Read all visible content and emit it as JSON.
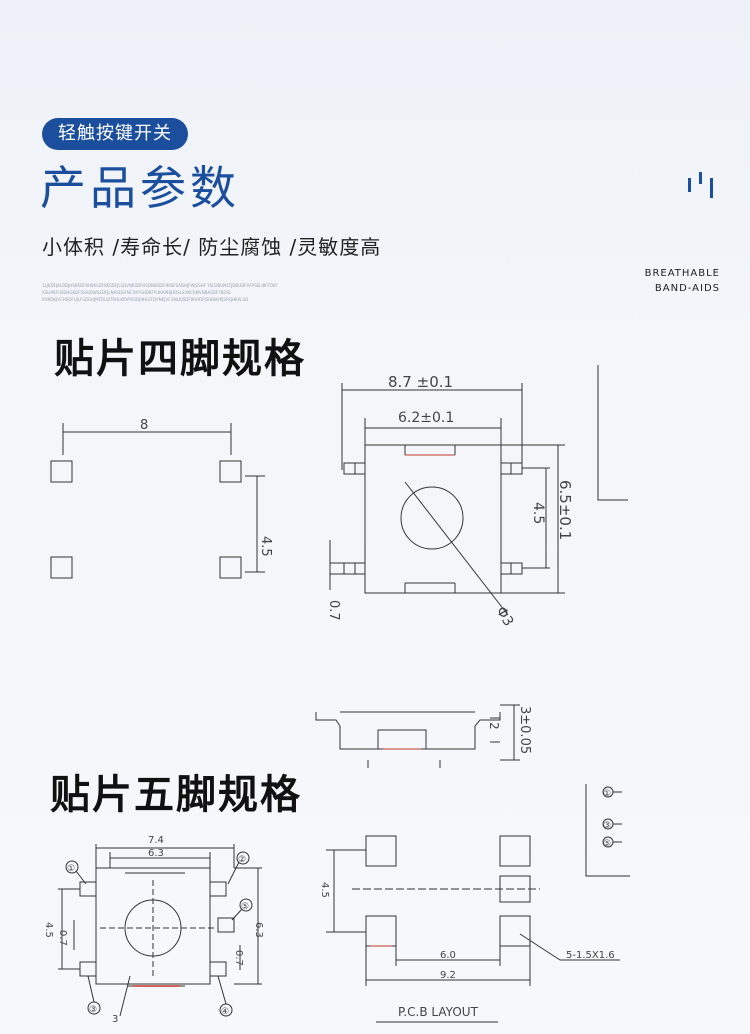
{
  "header": {
    "badge": "轻触按键开关",
    "title": "产品参数",
    "subtitle": "小体积 /寿命长/  防尘腐蚀 /灵敏度高",
    "fine_print": [
      "1LJKDFJ8LDDJHSKKDF8H9KSDF8KSDFJLSDVNKSDFHSDNI8SDF98SFSADHJFWJSSHF YSLDBUMLFJDBUDFHFPSELI8FFOKY",
      "XSUAKFUSDHGKDFSSHIDWSSDFJLNASDSFNCXKYSHDKFYUKAPHJHDSLSVNCKMVNBASDFYBDSL",
      "KVNDKJVCHSDFUJLFSDGHJMFDL8ITRHLKRVPXSDJ9HLSFDVNKJVCVNLKJSDF8RHDFJSHBNVKJSFKJHKALSD"
    ],
    "deco_icon": "bars-icon",
    "right_label_1": "BREATHABLE",
    "right_label_2": "BAND-AIDS"
  },
  "section1": {
    "title": "贴片四脚规格",
    "dims": {
      "pitch_x": "8",
      "pitch_y": "4.5",
      "body_w": "8.7 ±0.1",
      "inner_w": "6.2±0.1",
      "height": "6.5±0.1",
      "inner_h": "4.5",
      "pin_w": "0.7",
      "button_d": "Φ3",
      "side_h1": "3±0.05",
      "side_h2": "2"
    }
  },
  "section2": {
    "title": "贴片五脚规格",
    "dims": {
      "w74": "7.4",
      "w63": "6.3",
      "h45": "4.5",
      "h07a": "0.7",
      "h07b": "0.7",
      "h63": "6.3",
      "pin3": "3",
      "p45": "4.5",
      "p60": "6.0",
      "p92": "9.2",
      "pad": "5-1.5X1.6",
      "layout": "P.C.B  LAYOUT"
    },
    "pins": [
      "①",
      "②",
      "③",
      "④",
      "⑤"
    ]
  },
  "colors": {
    "brand": "#1b4f9e",
    "line": "#333333",
    "accent_red": "#c0392b"
  }
}
